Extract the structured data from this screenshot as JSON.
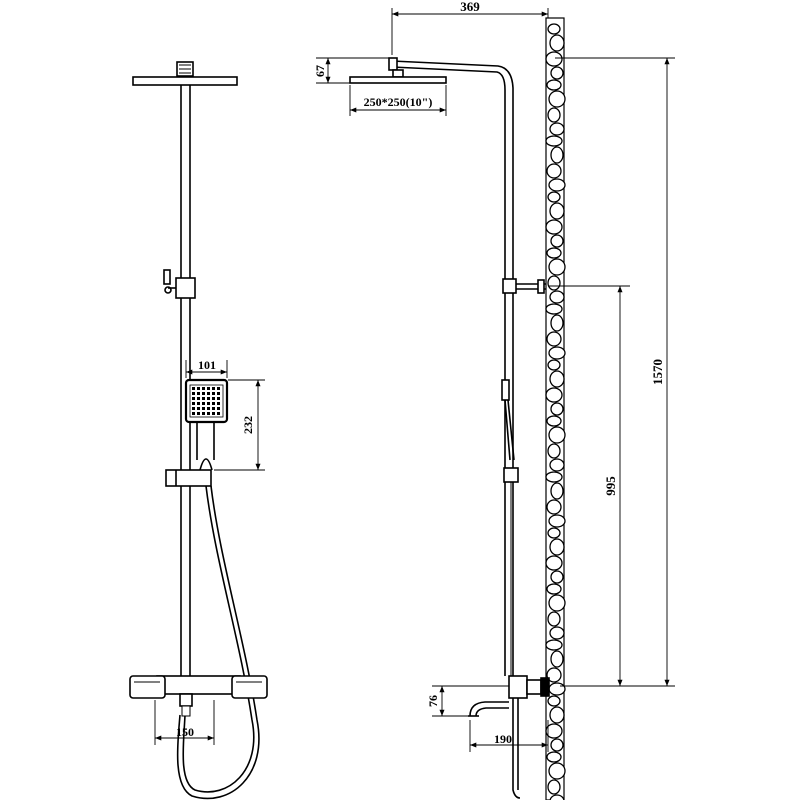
{
  "dimensions": {
    "top_width": "369",
    "head_drop": "67",
    "head_size": "250*250(10\")",
    "total_height": "1570",
    "bracket_height": "995",
    "hand_shower_width": "101",
    "hand_shower_height": "232",
    "mixer_centers": "150",
    "spout_height": "76",
    "spout_reach": "190"
  },
  "colors": {
    "line": "#000000",
    "background": "#ffffff"
  }
}
